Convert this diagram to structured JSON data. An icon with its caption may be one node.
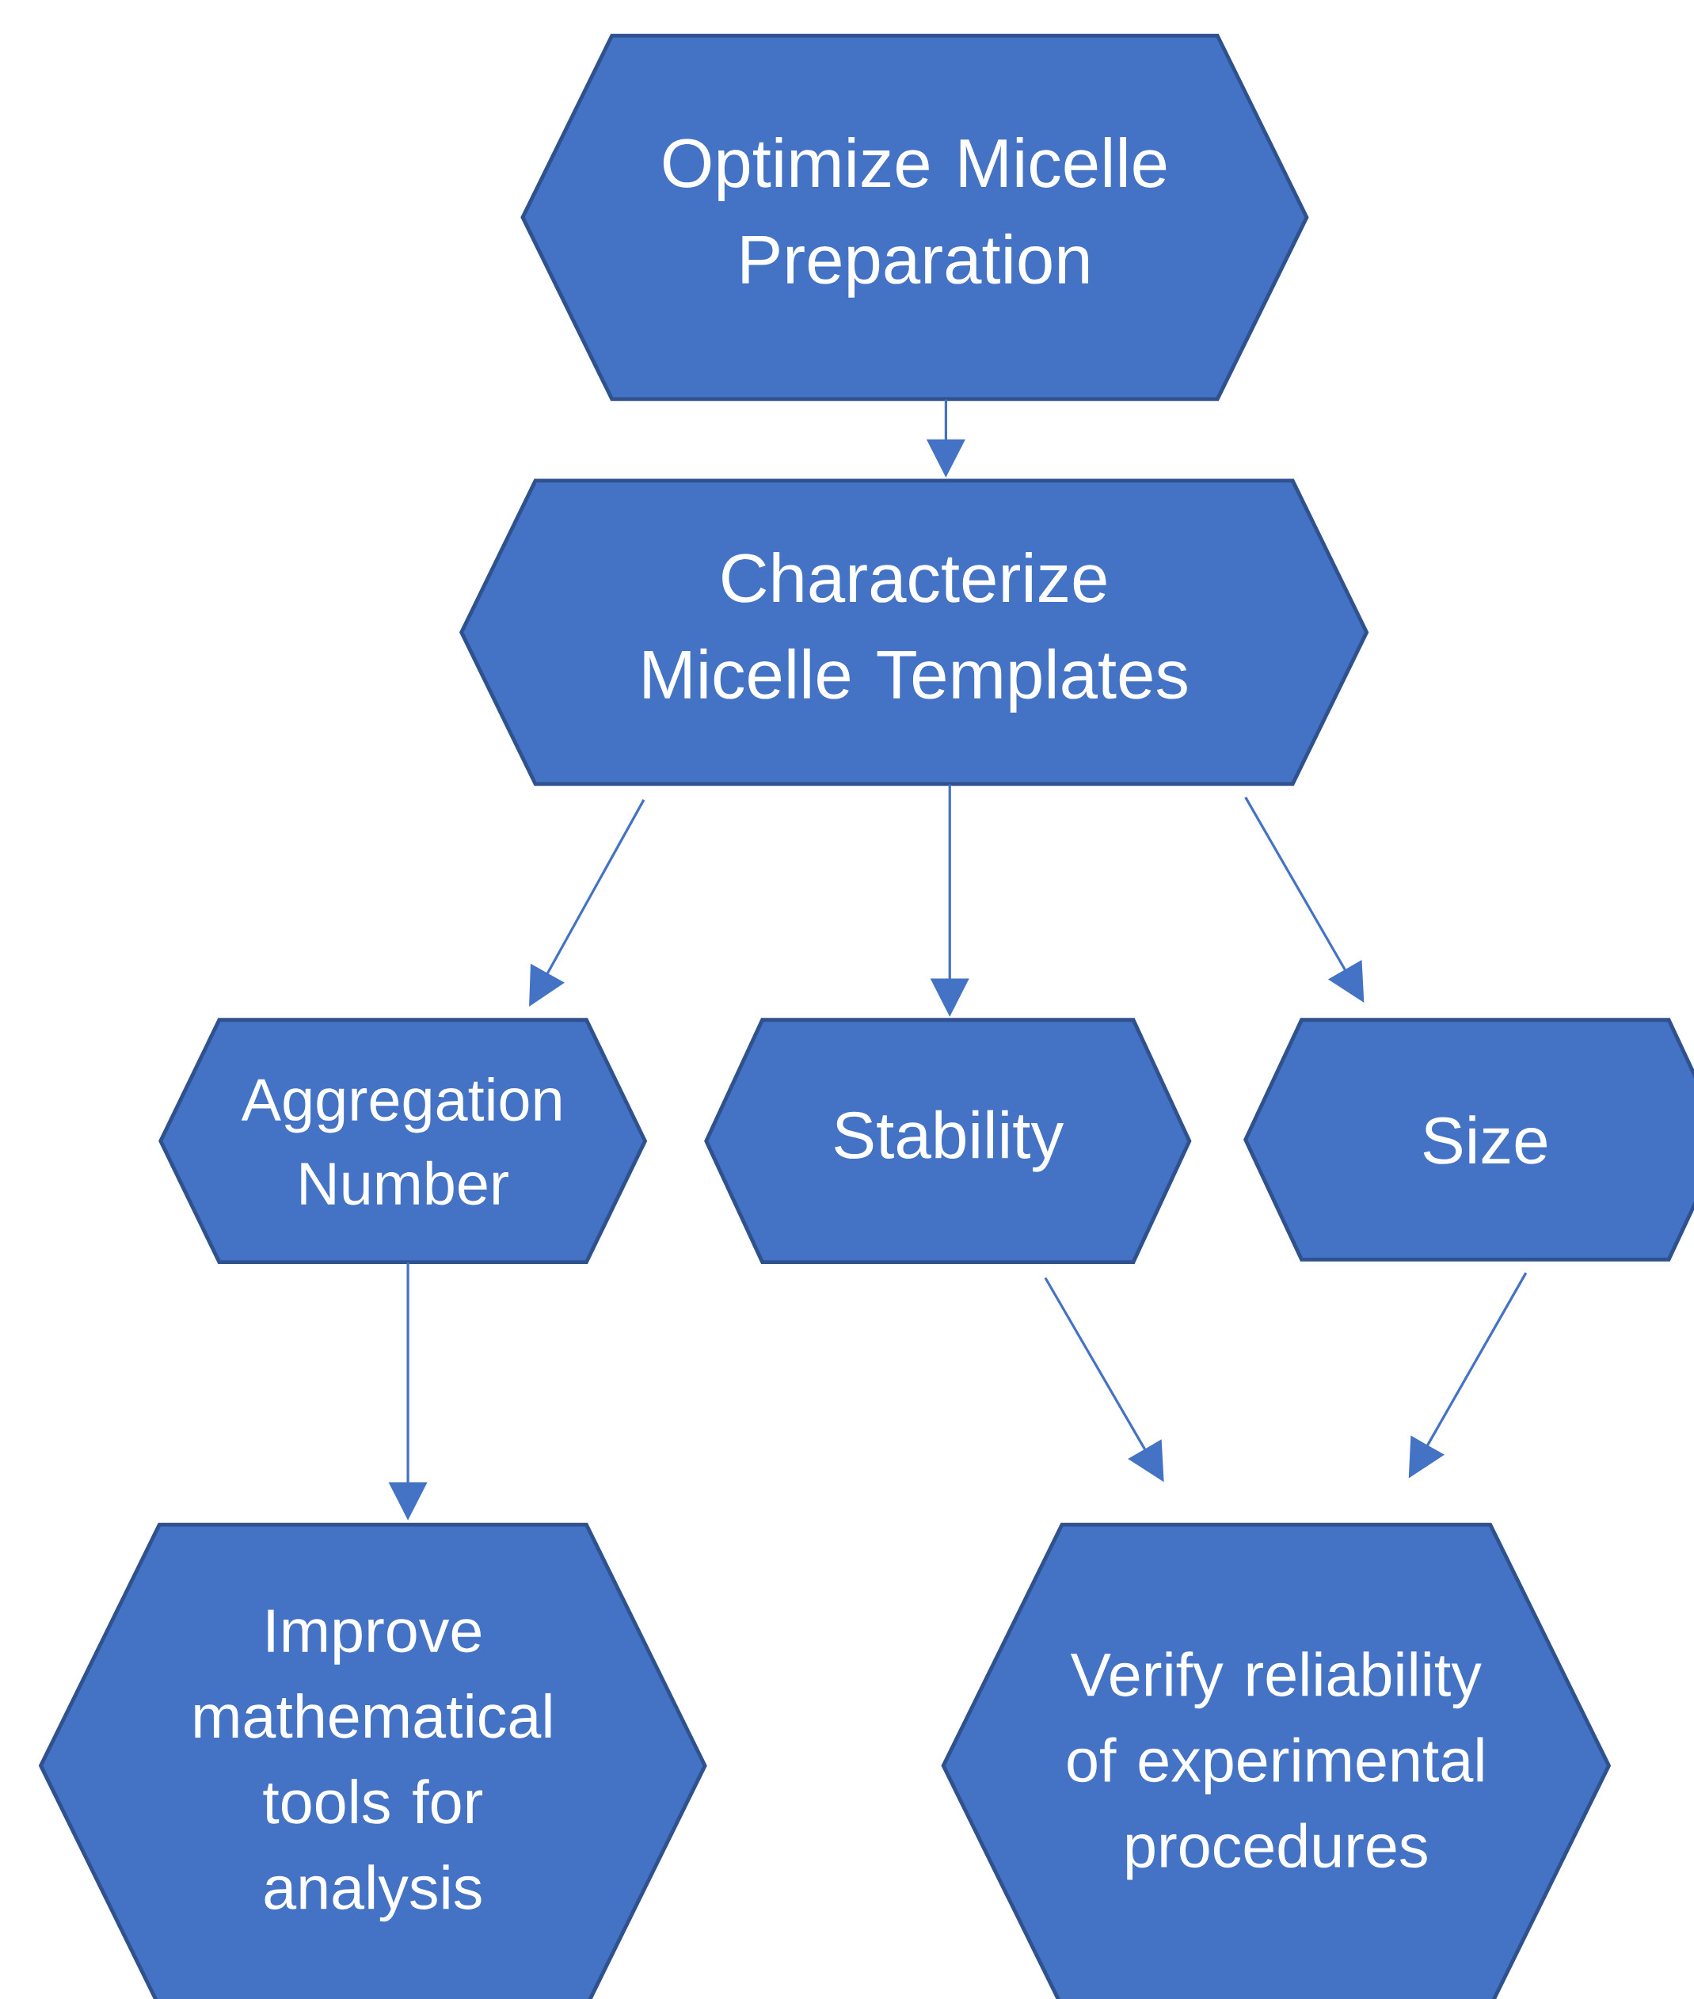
{
  "diagram": {
    "nodes": [
      {
        "text": [
          "Optimize Micelle Preparation"
        ]
      },
      {
        "text": [
          "Characterize Micelle Templates"
        ]
      },
      {
        "text": [
          "Aggregation Number"
        ]
      },
      {
        "text": [
          "Stability"
        ]
      },
      {
        "text": [
          "Size"
        ]
      },
      {
        "text": [
          "Improve mathematical tools for analysis"
        ]
      },
      {
        "text": [
          "Verify reliability of experimental procedures"
        ]
      }
    ],
    "edges": [
      {
        "from": 0,
        "to": 1,
        "arrow": "to"
      },
      {
        "from": 1,
        "to": 2,
        "arrow": "to"
      },
      {
        "from": 1,
        "to": 3,
        "arrow": "to"
      },
      {
        "from": 1,
        "to": 4,
        "arrow": "to"
      },
      {
        "from": 2,
        "to": 5,
        "arrow": "to"
      },
      {
        "from": 3,
        "to": 6,
        "arrow": "to"
      },
      {
        "from": 4,
        "to": 6,
        "arrow": "to"
      }
    ]
  }
}
